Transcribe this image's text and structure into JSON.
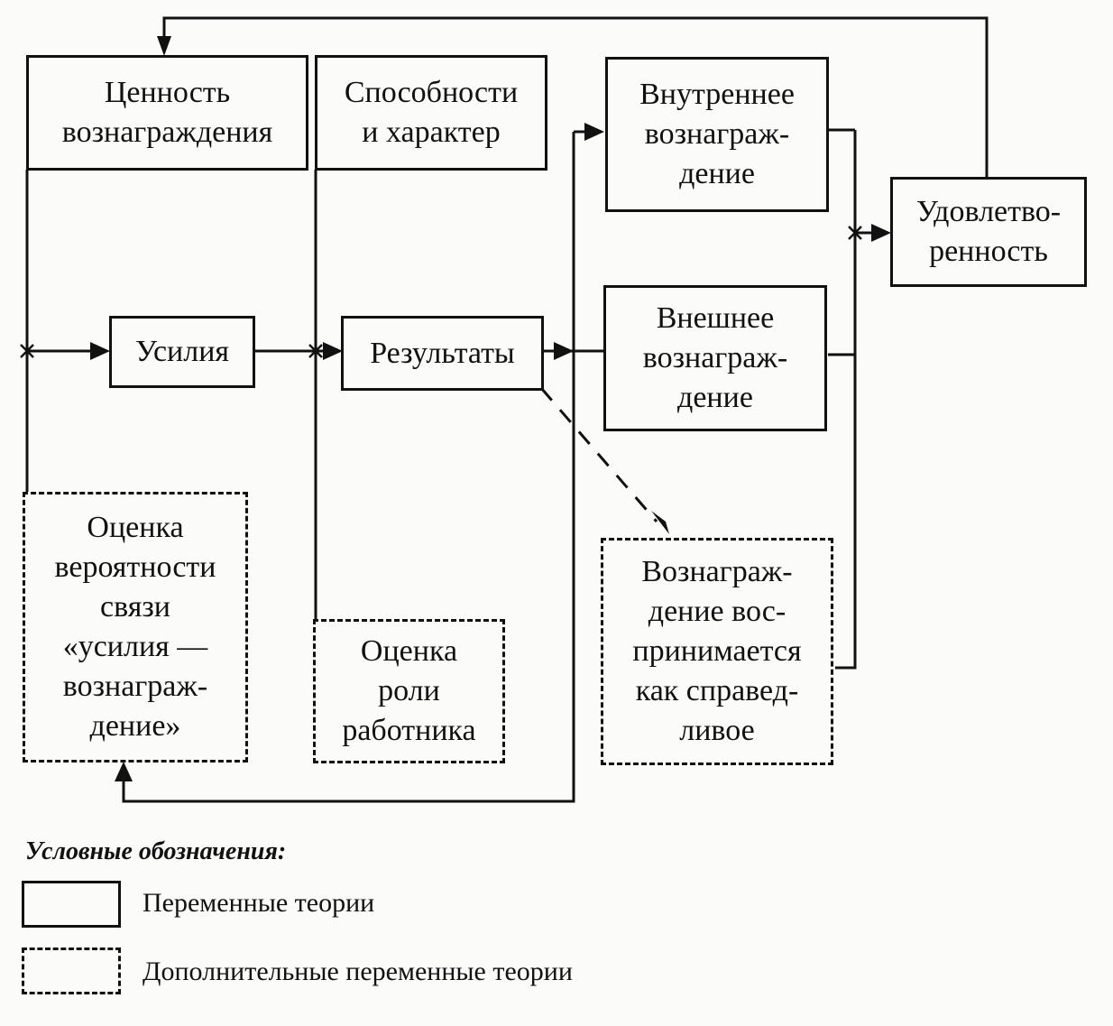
{
  "diagram": {
    "nodes": {
      "reward_value": {
        "label": "Ценность\nвознаграждения",
        "style": "solid"
      },
      "abilities": {
        "label": "Способности\nи характер",
        "style": "solid"
      },
      "intrinsic_reward": {
        "label": "Внутреннее\nвознаграж-\nдение",
        "style": "solid"
      },
      "satisfaction": {
        "label": "Удовлетво-\nренность",
        "style": "solid"
      },
      "effort": {
        "label": "Усилия",
        "style": "solid"
      },
      "results": {
        "label": "Результаты",
        "style": "solid"
      },
      "extrinsic_reward": {
        "label": "Внешнее\nвознаграж-\nдение",
        "style": "solid"
      },
      "effort_reward_probability": {
        "label": "Оценка\nвероятности\nсвязи\n«усилия —\nвознаграж-\nдение»",
        "style": "dashed"
      },
      "role_perception": {
        "label": "Оценка\nроли\nработника",
        "style": "dashed"
      },
      "perceived_fairness": {
        "label": "Вознаграж-\nдение вос-\nпринимается\nкак справед-\nливое",
        "style": "dashed"
      }
    },
    "edges": [
      {
        "from": "reward_value",
        "to": "effort",
        "type": "solid",
        "junction": "cross"
      },
      {
        "from": "effort_reward_probability",
        "to": "effort",
        "type": "solid",
        "junction": "cross"
      },
      {
        "from": "effort",
        "to": "results",
        "type": "solid",
        "junction": "cross"
      },
      {
        "from": "abilities",
        "to": "results",
        "type": "solid",
        "junction": "cross"
      },
      {
        "from": "role_perception",
        "to": "results",
        "type": "solid",
        "junction": "cross"
      },
      {
        "from": "results",
        "to": "intrinsic_reward",
        "type": "solid"
      },
      {
        "from": "results",
        "to": "extrinsic_reward",
        "type": "solid"
      },
      {
        "from": "results",
        "to": "perceived_fairness",
        "type": "dashed"
      },
      {
        "from": "results",
        "to": "effort_reward_probability",
        "type": "solid"
      },
      {
        "from": "intrinsic_reward",
        "to": "satisfaction",
        "type": "solid",
        "junction": "cross"
      },
      {
        "from": "extrinsic_reward",
        "to": "satisfaction",
        "type": "solid",
        "junction": "cross"
      },
      {
        "from": "perceived_fairness",
        "to": "satisfaction",
        "type": "solid",
        "junction": "cross"
      },
      {
        "from": "satisfaction",
        "to": "reward_value",
        "type": "solid"
      }
    ]
  },
  "legend": {
    "title": "Условные обозначения:",
    "items": [
      {
        "label": "Переменные теории",
        "style": "solid"
      },
      {
        "label": "Дополнительные переменные теории",
        "style": "dashed"
      }
    ]
  }
}
